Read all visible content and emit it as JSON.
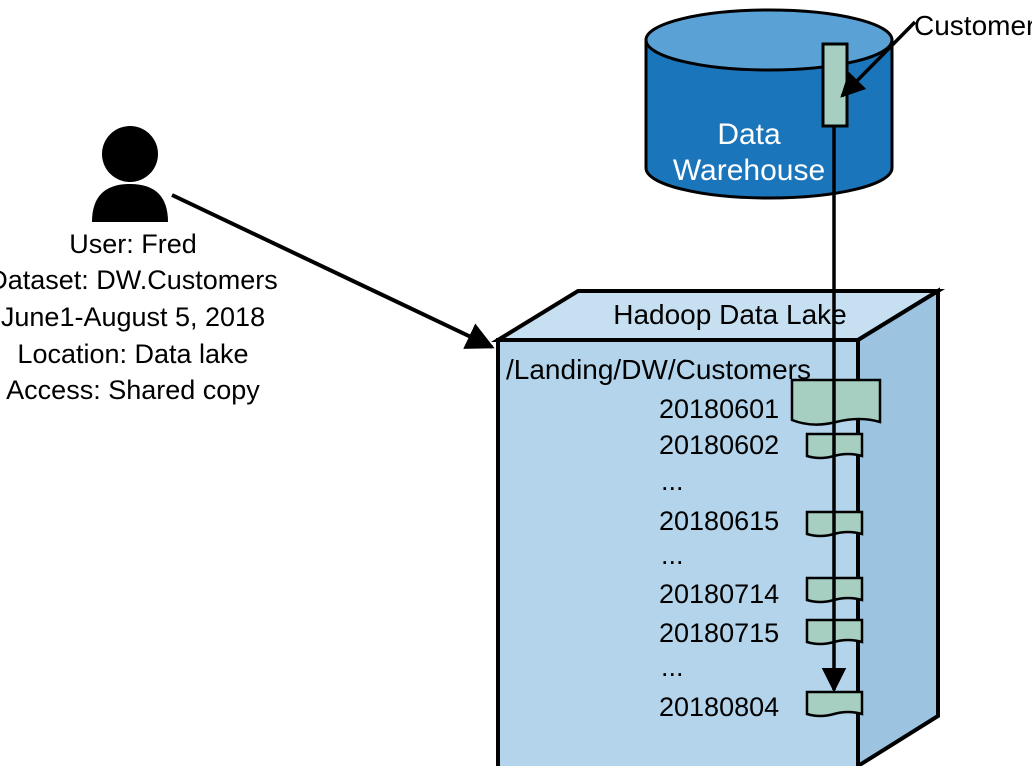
{
  "user": {
    "lines": [
      "User: Fred",
      "Dataset: DW.Customers",
      "June1-August 5, 2018",
      "Location: Data lake",
      "Access: Shared copy"
    ]
  },
  "warehouse": {
    "label_line1": "Data",
    "label_line2": "Warehouse",
    "table_label": "Customers"
  },
  "lake": {
    "title": "Hadoop Data Lake",
    "path": "/Landing/DW/Customers",
    "entries": [
      "20180601",
      "20180602",
      "...",
      "20180615",
      "...",
      "20180714",
      "20180715",
      "...",
      "20180804"
    ]
  },
  "colors": {
    "warehouse_fill": "#1b75bb",
    "warehouse_top": "#5aa2d6",
    "lake_fill": "#b3d4ea",
    "file_fill": "#a6cfc2",
    "stroke": "#000000"
  }
}
